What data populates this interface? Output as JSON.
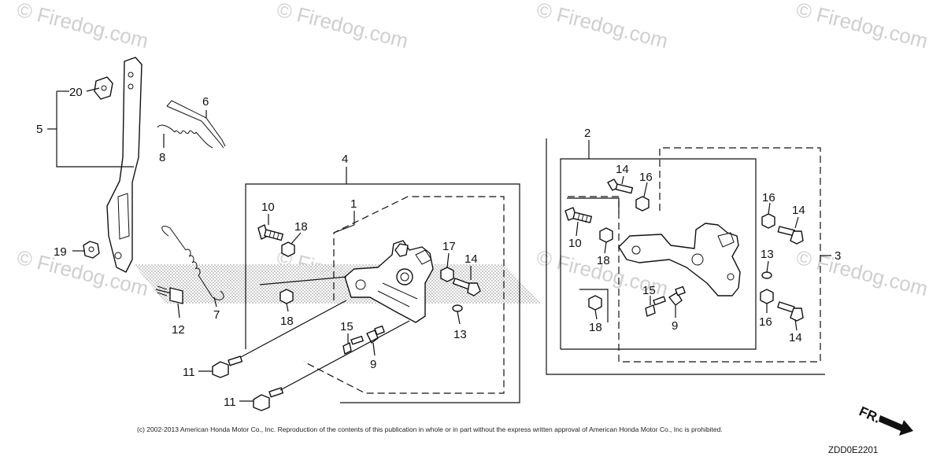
{
  "watermark": {
    "text": "© Firedog.com"
  },
  "callouts": {
    "c1": "1",
    "c2": "2",
    "c3": "3",
    "c4": "4",
    "c5": "5",
    "c6": "6",
    "c7": "7",
    "c8": "8",
    "c9a": "9",
    "c9b": "9",
    "c10a": "10",
    "c10b": "10",
    "c11a": "11",
    "c11b": "11",
    "c12": "12",
    "c13a": "13",
    "c13b": "13",
    "c14a": "14",
    "c14b": "14",
    "c14c": "14",
    "c14d": "14",
    "c15a": "15",
    "c15b": "15",
    "c16a": "16",
    "c16b": "16",
    "c16c": "16",
    "c17": "17",
    "c18a": "18",
    "c18b": "18",
    "c18c": "18",
    "c18d": "18",
    "c19": "19",
    "c20": "20"
  },
  "direction_label": "FR.",
  "copyright": "(c) 2002-2013 American Honda Motor Co., Inc. Reproduction of the contents of this publication in whole or in part without the express written approval of American Honda Motor Co., Inc is prohibited.",
  "diagram_code": "ZDD0E2201",
  "colors": {
    "ink": "#111111",
    "watermark": "#cfcfcf",
    "screen": "#b8b8b8"
  }
}
